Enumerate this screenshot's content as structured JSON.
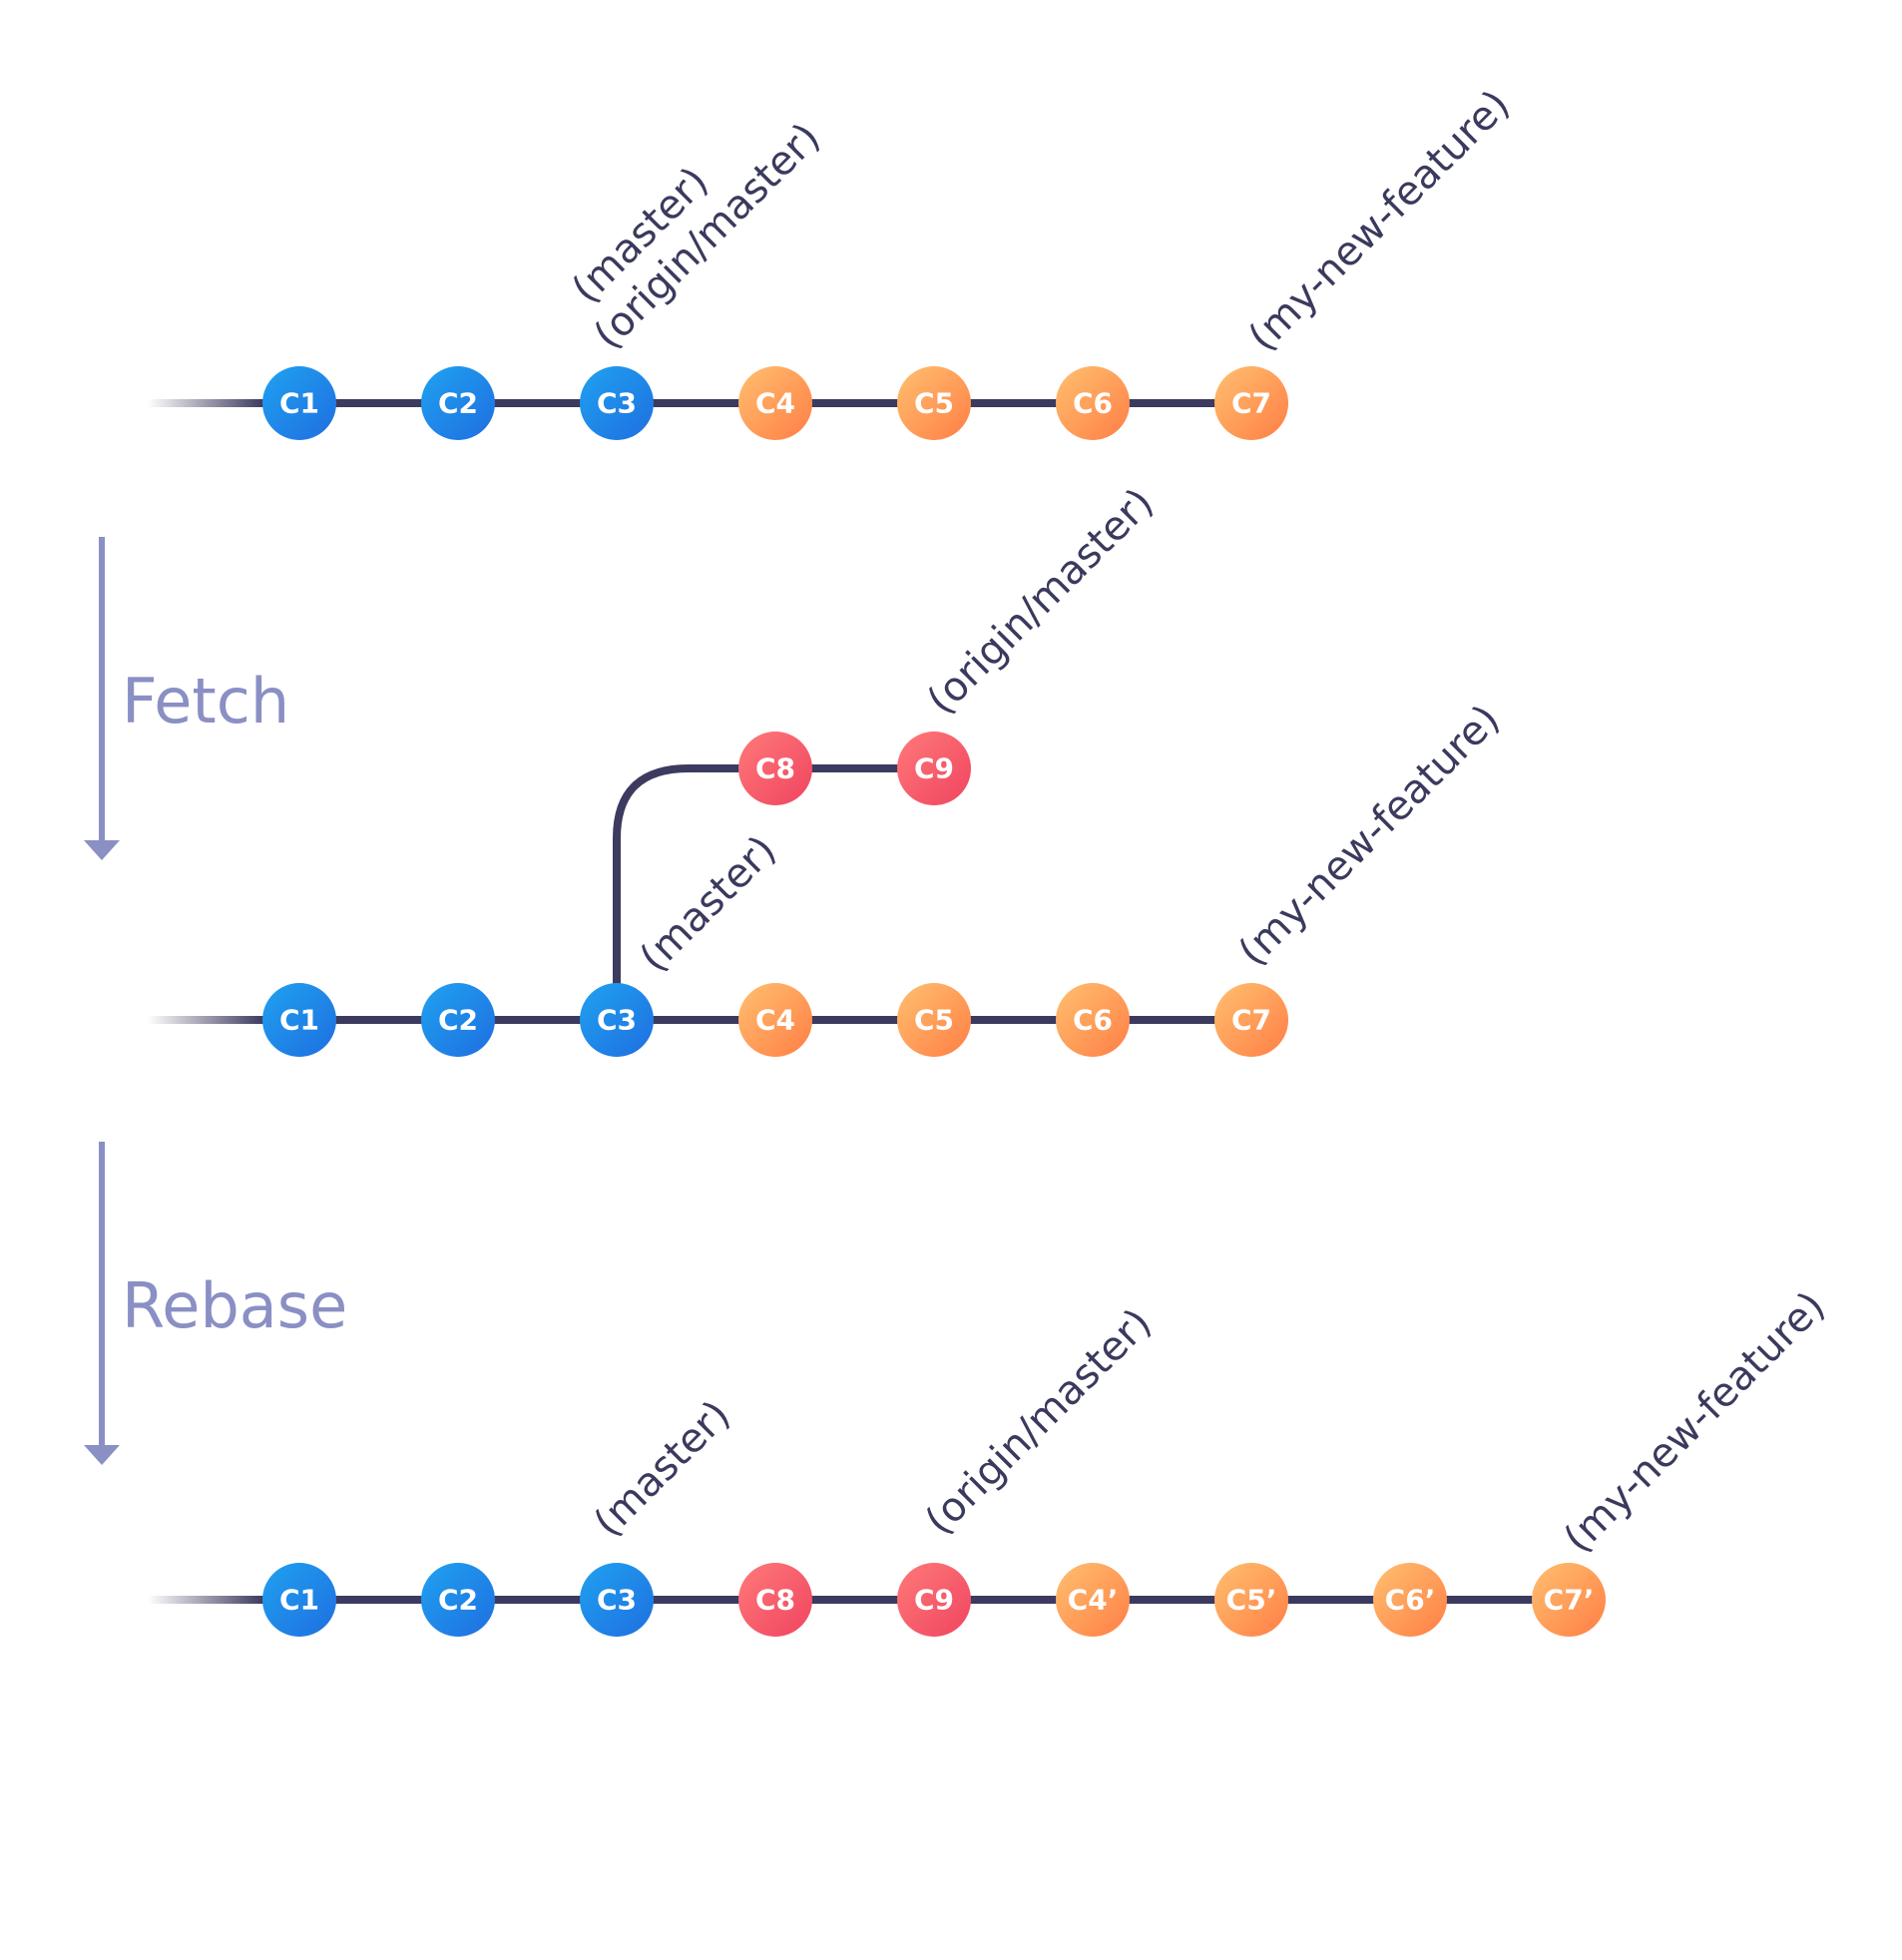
{
  "colors": {
    "line": "#3c3a5e",
    "arrow": "#8a8fc4",
    "master_blue_start": "#1fa2f0",
    "master_blue_end": "#1f6ee0",
    "feature_orange_start": "#ffc070",
    "feature_orange_end": "#ff7e45",
    "remote_red_start": "#ff7a7a",
    "remote_red_end": "#f0445f"
  },
  "steps": {
    "fetch": "Fetch",
    "rebase": "Rebase"
  },
  "row1": {
    "commits": [
      {
        "label": "C1",
        "kind": "blue"
      },
      {
        "label": "C2",
        "kind": "blue"
      },
      {
        "label": "C3",
        "kind": "blue"
      },
      {
        "label": "C4",
        "kind": "orange"
      },
      {
        "label": "C5",
        "kind": "orange"
      },
      {
        "label": "C6",
        "kind": "orange"
      },
      {
        "label": "C7",
        "kind": "orange"
      }
    ],
    "ref_master": "(master)",
    "ref_origin_master": "(origin/master)",
    "ref_feature": "(my-new-feature)"
  },
  "row2": {
    "commits": [
      {
        "label": "C1",
        "kind": "blue"
      },
      {
        "label": "C2",
        "kind": "blue"
      },
      {
        "label": "C3",
        "kind": "blue"
      },
      {
        "label": "C4",
        "kind": "orange"
      },
      {
        "label": "C5",
        "kind": "orange"
      },
      {
        "label": "C6",
        "kind": "orange"
      },
      {
        "label": "C7",
        "kind": "orange"
      }
    ],
    "branch_commits": [
      {
        "label": "C8",
        "kind": "red"
      },
      {
        "label": "C9",
        "kind": "red"
      }
    ],
    "ref_master": "(master)",
    "ref_origin_master": "(origin/master)",
    "ref_feature": "(my-new-feature)"
  },
  "row3": {
    "commits": [
      {
        "label": "C1",
        "kind": "blue"
      },
      {
        "label": "C2",
        "kind": "blue"
      },
      {
        "label": "C3",
        "kind": "blue"
      },
      {
        "label": "C8",
        "kind": "red"
      },
      {
        "label": "C9",
        "kind": "red"
      },
      {
        "label": "C4’",
        "kind": "orange"
      },
      {
        "label": "C5’",
        "kind": "orange"
      },
      {
        "label": "C6’",
        "kind": "orange"
      },
      {
        "label": "C7’",
        "kind": "orange"
      }
    ],
    "ref_master": "(master)",
    "ref_origin_master": "(origin/master)",
    "ref_feature": "(my-new-feature)"
  }
}
